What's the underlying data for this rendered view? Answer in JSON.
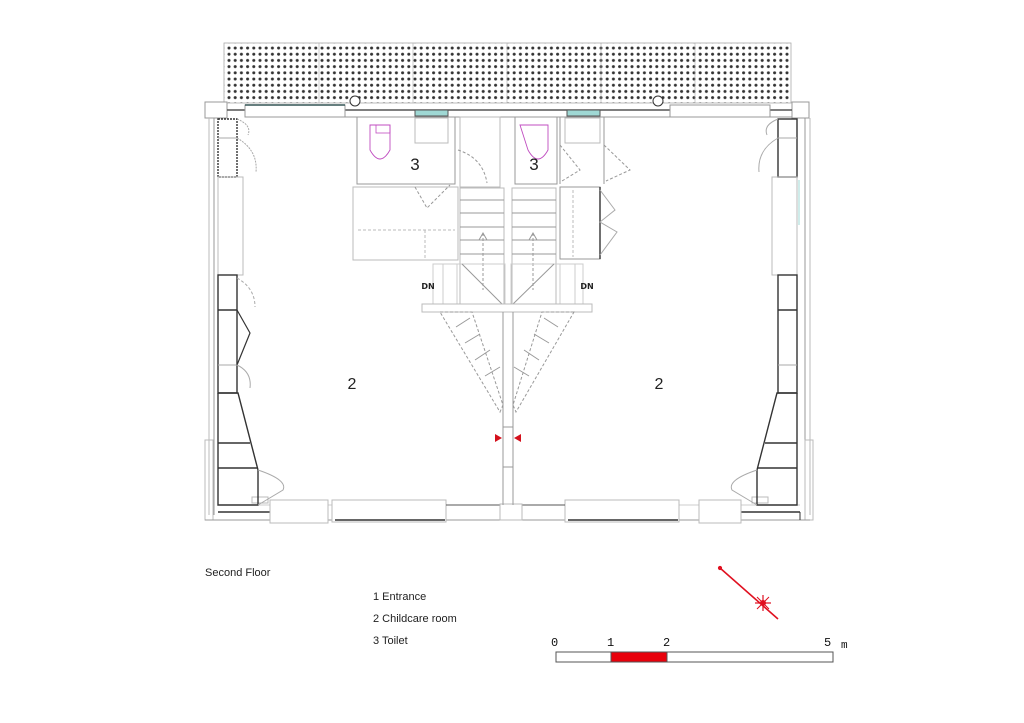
{
  "drawing": {
    "title": "Second Floor",
    "room_labels": {
      "left_toilet": "3",
      "right_toilet": "3",
      "left_childcare": "2",
      "right_childcare": "2",
      "left_stair_dn": "DN",
      "right_stair_dn": "DN"
    }
  },
  "legend": {
    "items": [
      {
        "label": "1 Entrance"
      },
      {
        "label": "2 Childcare room"
      },
      {
        "label": "3 Toilet"
      }
    ]
  },
  "scale_bar": {
    "ticks": [
      "0",
      "1",
      "2",
      "5"
    ],
    "unit": "m",
    "highlight_color": "#e8000b"
  },
  "north_arrow": {
    "color": "#e01020"
  },
  "colors": {
    "wall": "#555555",
    "line": "#9a9a9a",
    "glass": "#9fd8d4",
    "fixture": "#c04cc0",
    "marker": "#d4101c"
  }
}
